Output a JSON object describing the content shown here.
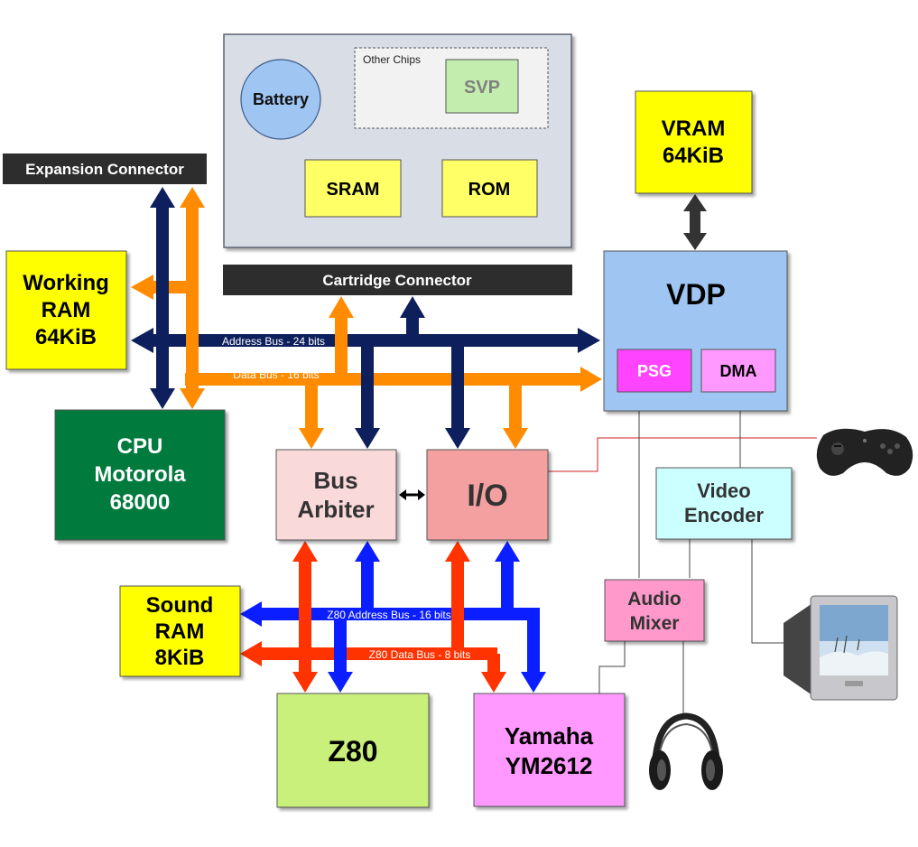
{
  "cartridge": {
    "battery": "Battery",
    "other_chips": "Other Chips",
    "svp": "SVP",
    "sram": "SRAM",
    "rom": "ROM"
  },
  "connectors": {
    "expansion": "Expansion Connector",
    "cartridge": "Cartridge Connector"
  },
  "components": {
    "vram_line1": "VRAM",
    "vram_line2": "64KiB",
    "vdp": "VDP",
    "psg": "PSG",
    "dma": "DMA",
    "working_ram_line1": "Working",
    "working_ram_line2": "RAM",
    "working_ram_line3": "64KiB",
    "cpu_line1": "CPU",
    "cpu_line2": "Motorola",
    "cpu_line3": "68000",
    "bus_arbiter_line1": "Bus",
    "bus_arbiter_line2": "Arbiter",
    "io": "I/O",
    "video_encoder_line1": "Video",
    "video_encoder_line2": "Encoder",
    "audio_mixer_line1": "Audio",
    "audio_mixer_line2": "Mixer",
    "sound_ram_line1": "Sound",
    "sound_ram_line2": "RAM",
    "sound_ram_line3": "8KiB",
    "z80": "Z80",
    "yamaha_line1": "Yamaha",
    "yamaha_line2": "YM2612"
  },
  "buses": {
    "address": "Address Bus - 24 bits",
    "data": "Data Bus - 16 bits",
    "z80_address": "Z80 Address Bus - 16 bits",
    "z80_data": "Z80 Data Bus - 8 bits"
  },
  "colors": {
    "address_bus": "#0d1f5c",
    "data_bus": "#ff8c00",
    "z80_address_bus": "#0a1eff",
    "z80_data_bus": "#ff3300"
  }
}
